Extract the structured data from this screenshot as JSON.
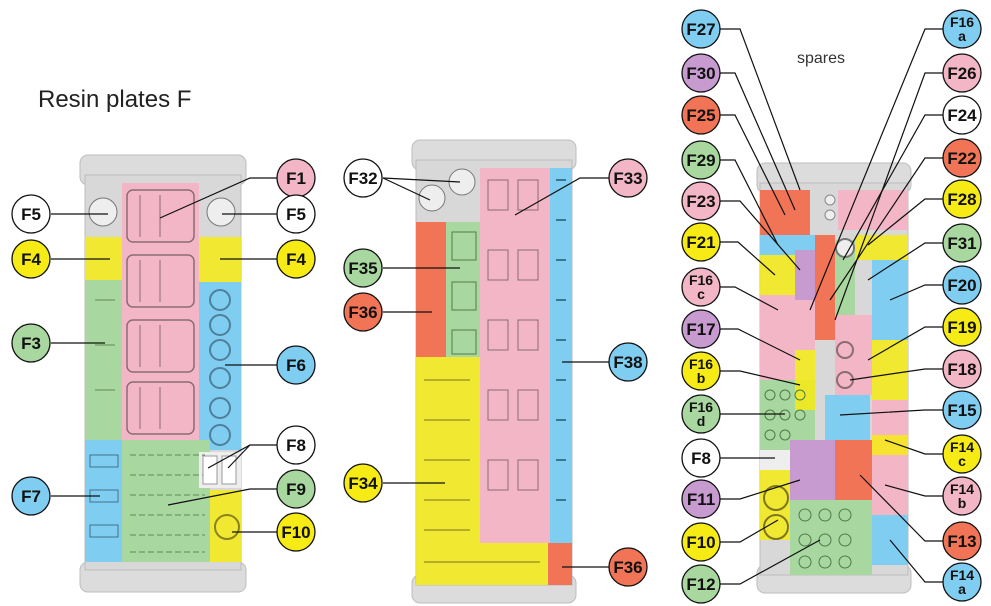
{
  "title": "Resin plates F",
  "spares_label": "spares",
  "colors": {
    "pink": "#f3b6c6",
    "yellow": "#f6eb14",
    "green": "#a9d7a0",
    "blue": "#7fcdf0",
    "red": "#f17457",
    "purple": "#c79ad0",
    "white": "#ffffff"
  },
  "callouts": [
    {
      "id": "F1",
      "l1": "F1",
      "l2": "",
      "color": "pink"
    },
    {
      "id": "F5a",
      "l1": "F5",
      "l2": "",
      "color": "white"
    },
    {
      "id": "F5b",
      "l1": "F5",
      "l2": "",
      "color": "white"
    },
    {
      "id": "F4a",
      "l1": "F4",
      "l2": "",
      "color": "yellow"
    },
    {
      "id": "F4b",
      "l1": "F4",
      "l2": "",
      "color": "yellow"
    },
    {
      "id": "F3",
      "l1": "F3",
      "l2": "",
      "color": "green"
    },
    {
      "id": "F6",
      "l1": "F6",
      "l2": "",
      "color": "blue"
    },
    {
      "id": "F8a",
      "l1": "F8",
      "l2": "",
      "color": "white"
    },
    {
      "id": "F7",
      "l1": "F7",
      "l2": "",
      "color": "blue"
    },
    {
      "id": "F9",
      "l1": "F9",
      "l2": "",
      "color": "green"
    },
    {
      "id": "F10a",
      "l1": "F10",
      "l2": "",
      "color": "yellow"
    },
    {
      "id": "F32",
      "l1": "F32",
      "l2": "",
      "color": "white"
    },
    {
      "id": "F33",
      "l1": "F33",
      "l2": "",
      "color": "pink"
    },
    {
      "id": "F35",
      "l1": "F35",
      "l2": "",
      "color": "green"
    },
    {
      "id": "F36a",
      "l1": "F36",
      "l2": "",
      "color": "red"
    },
    {
      "id": "F38",
      "l1": "F38",
      "l2": "",
      "color": "blue"
    },
    {
      "id": "F34",
      "l1": "F34",
      "l2": "",
      "color": "yellow"
    },
    {
      "id": "F36b",
      "l1": "F36",
      "l2": "",
      "color": "red"
    },
    {
      "id": "F27",
      "l1": "F27",
      "l2": "",
      "color": "blue"
    },
    {
      "id": "F30",
      "l1": "F30",
      "l2": "",
      "color": "purple"
    },
    {
      "id": "F25",
      "l1": "F25",
      "l2": "",
      "color": "red"
    },
    {
      "id": "F29",
      "l1": "F29",
      "l2": "",
      "color": "green"
    },
    {
      "id": "F23",
      "l1": "F23",
      "l2": "",
      "color": "pink"
    },
    {
      "id": "F21",
      "l1": "F21",
      "l2": "",
      "color": "yellow"
    },
    {
      "id": "F16c",
      "l1": "F16",
      "l2": "c",
      "color": "pink"
    },
    {
      "id": "F17",
      "l1": "F17",
      "l2": "",
      "color": "purple"
    },
    {
      "id": "F16b",
      "l1": "F16",
      "l2": "b",
      "color": "yellow"
    },
    {
      "id": "F16d",
      "l1": "F16",
      "l2": "d",
      "color": "green"
    },
    {
      "id": "F8b",
      "l1": "F8",
      "l2": "",
      "color": "white"
    },
    {
      "id": "F11",
      "l1": "F11",
      "l2": "",
      "color": "purple"
    },
    {
      "id": "F10b",
      "l1": "F10",
      "l2": "",
      "color": "yellow"
    },
    {
      "id": "F12",
      "l1": "F12",
      "l2": "",
      "color": "green"
    },
    {
      "id": "F16a",
      "l1": "F16",
      "l2": "a",
      "color": "blue"
    },
    {
      "id": "F26",
      "l1": "F26",
      "l2": "",
      "color": "pink"
    },
    {
      "id": "F24",
      "l1": "F24",
      "l2": "",
      "color": "white"
    },
    {
      "id": "F22",
      "l1": "F22",
      "l2": "",
      "color": "red"
    },
    {
      "id": "F28",
      "l1": "F28",
      "l2": "",
      "color": "yellow"
    },
    {
      "id": "F31",
      "l1": "F31",
      "l2": "",
      "color": "green"
    },
    {
      "id": "F20",
      "l1": "F20",
      "l2": "",
      "color": "blue"
    },
    {
      "id": "F19",
      "l1": "F19",
      "l2": "",
      "color": "yellow"
    },
    {
      "id": "F18",
      "l1": "F18",
      "l2": "",
      "color": "pink"
    },
    {
      "id": "F15",
      "l1": "F15",
      "l2": "",
      "color": "blue"
    },
    {
      "id": "F14c",
      "l1": "F14",
      "l2": "c",
      "color": "yellow"
    },
    {
      "id": "F14b",
      "l1": "F14",
      "l2": "b",
      "color": "pink"
    },
    {
      "id": "F13",
      "l1": "F13",
      "l2": "",
      "color": "red"
    },
    {
      "id": "F14a",
      "l1": "F14",
      "l2": "a",
      "color": "blue"
    }
  ]
}
